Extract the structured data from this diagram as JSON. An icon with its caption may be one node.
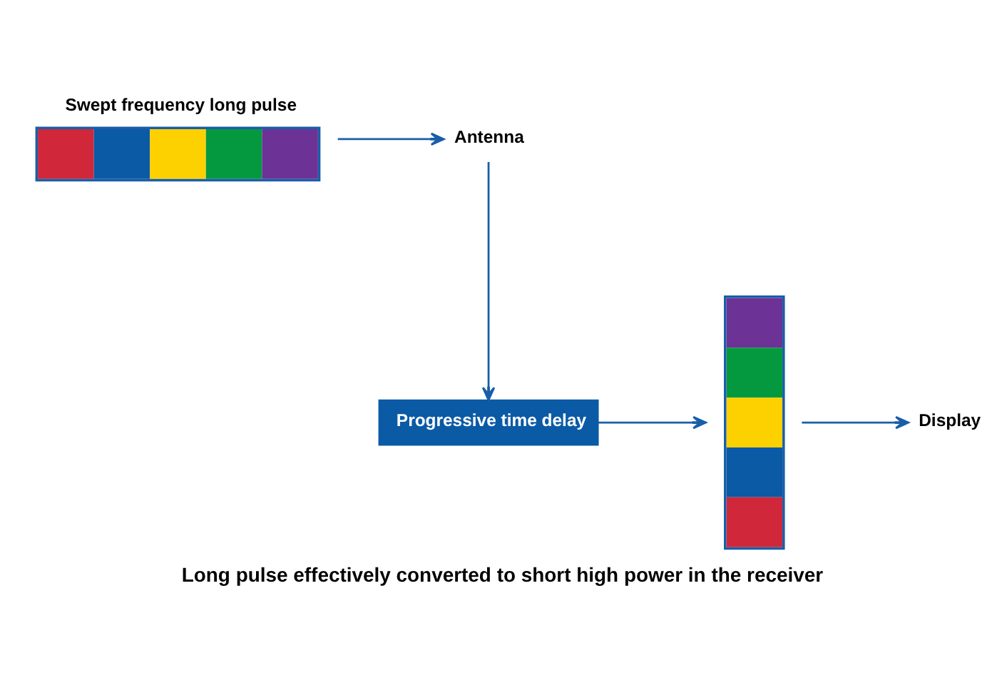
{
  "diagram": {
    "caption": "Long pulse effectively converted to short high power in the receiver",
    "nodes": [
      {
        "text": [
          "Swept frequency long pulse"
        ]
      },
      {
        "text": [
          "Antenna"
        ]
      },
      {
        "text": [
          "Progressive time delay"
        ]
      },
      {
        "text": [],
        "shape": "bar"
      },
      {
        "text": [
          "Display"
        ]
      }
    ],
    "edges": [
      {
        "from": 0,
        "to": 1,
        "arrow": "to"
      },
      {
        "from": 1,
        "to": 2,
        "arrow": "to"
      },
      {
        "from": 2,
        "to": 3,
        "arrow": "to"
      },
      {
        "from": 3,
        "to": 4,
        "arrow": "to"
      }
    ]
  }
}
